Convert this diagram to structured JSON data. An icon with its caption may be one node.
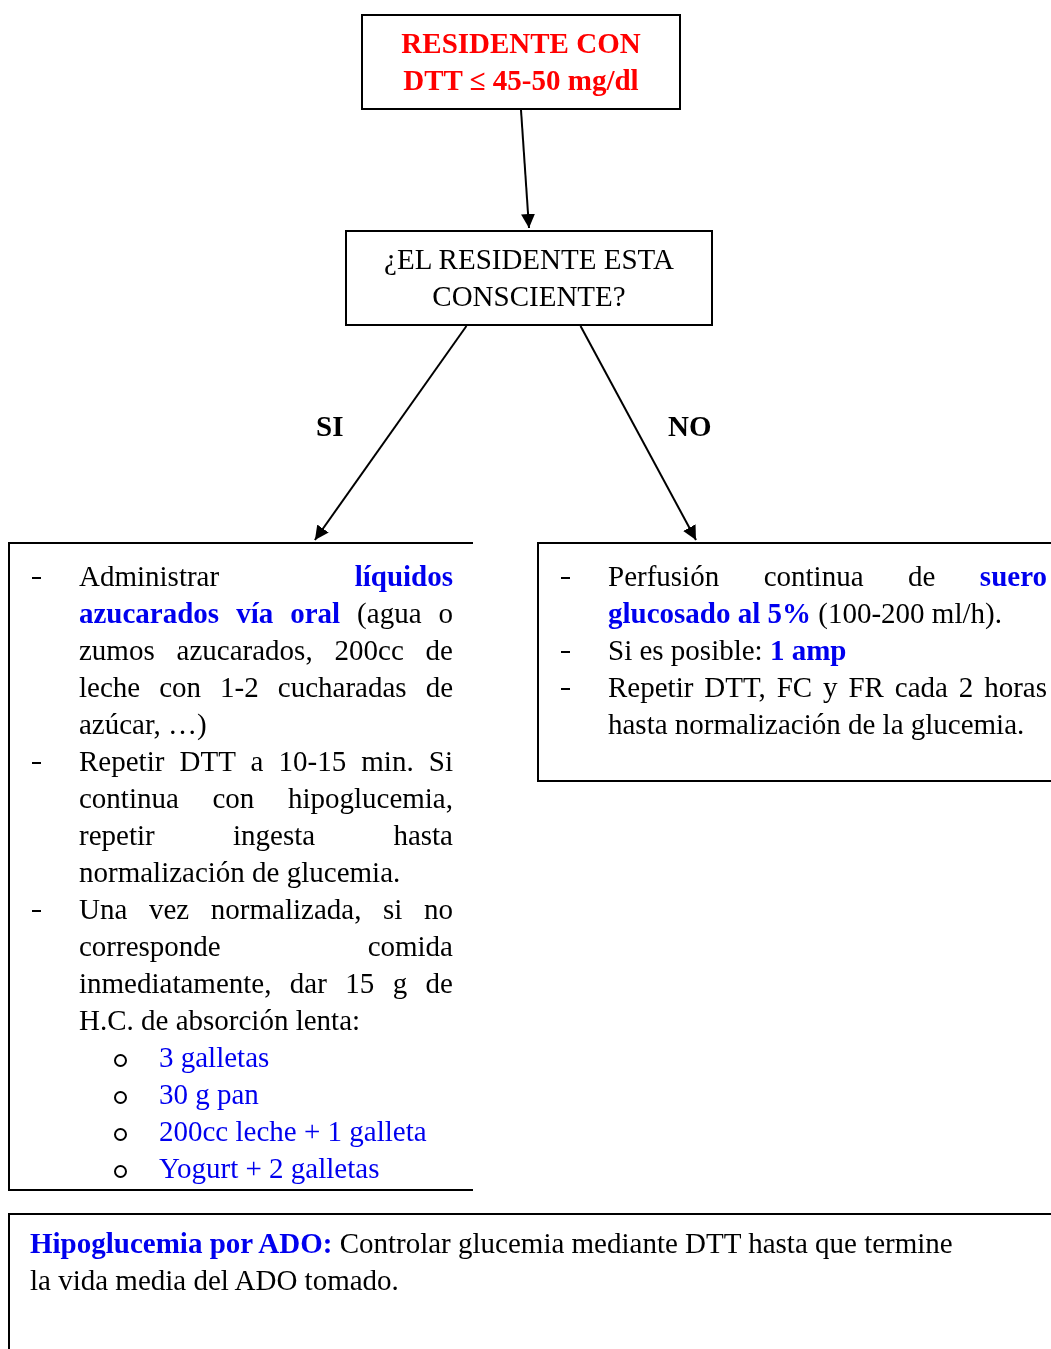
{
  "diagram": {
    "nodes": [
      {
        "text": [
          "RESIDENTE CON DTT ≤ 45-50 mg/dl"
        ]
      },
      {
        "text": [
          "¿EL RESIDENTE ESTA CONSCIENTE?"
        ]
      },
      {
        "text": [
          "Administrar **líquidos azucarados vía oral** (agua o zumos azucarados, 200cc de leche con 1-2 cucharadas de azúcar, …)",
          "Repetir DTT a 10-15 min. Si continua con hipoglucemia, repetir ingesta hasta normalización de glucemia.",
          "Una vez normalizada, si no corresponde comida inmediatamente, dar 15 g de H.C. de absorción lenta:",
          "3 galletas",
          "30 g pan",
          "200cc leche + 1 galleta",
          "Yogurt + 2 galletas"
        ]
      },
      {
        "text": [
          "Perfusión continua de **suero glucosado al 5%** (100-200 ml/h).",
          "Si es posible: **1 amp**",
          "Repetir DTT, FC y FR cada 2 horas hasta normalización de la glucemia."
        ]
      },
      {
        "text": [
          "**Hipoglucemia por ADO:** Controlar glucemia mediante DTT hasta que termine la vida media del ADO tomado."
        ]
      }
    ],
    "edges": [
      {
        "from": 0,
        "to": 1,
        "arrow": "to"
      },
      {
        "from": 1,
        "to": 2,
        "arrow": "to",
        "label": "SI"
      },
      {
        "from": 1,
        "to": 3,
        "arrow": "to",
        "label": "NO"
      }
    ]
  }
}
